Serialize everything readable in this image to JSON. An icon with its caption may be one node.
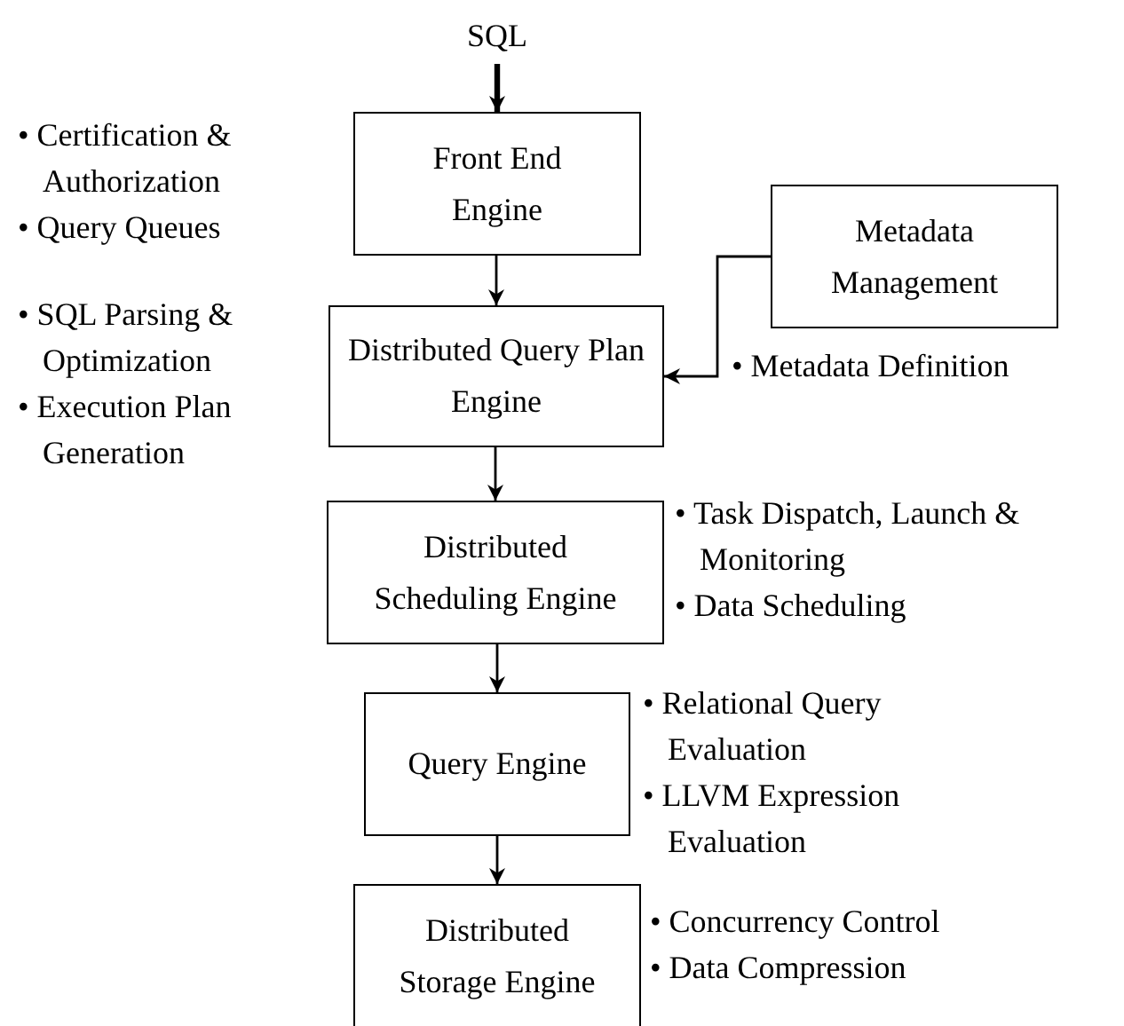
{
  "diagram": {
    "nodes": [
      {
        "text": [
          "SQL"
        ]
      },
      {
        "text": [
          "Front End Engine"
        ],
        "beside": [
          "• Certification & Authorization",
          "• Query Queues"
        ]
      },
      {
        "text": [
          "Metadata Management"
        ],
        "beside": [
          "• Metadata Definition"
        ]
      },
      {
        "text": [
          "Distributed Query Plan Engine"
        ],
        "beside": [
          "• SQL Parsing & Optimization",
          "• Execution Plan Generation"
        ]
      },
      {
        "text": [
          "Distributed Scheduling Engine"
        ],
        "beside": [
          "• Task Dispatch, Launch & Monitoring",
          "• Data Scheduling"
        ]
      },
      {
        "text": [
          "Query Engine"
        ],
        "beside": [
          "• Relational Query Evaluation",
          "• LLVM Expression Evaluation"
        ]
      },
      {
        "text": [
          "Distributed Storage Engine"
        ],
        "beside": [
          "• Concurrency Control",
          "• Data Compression"
        ]
      }
    ],
    "edges": [
      {
        "from": 0,
        "to": 1,
        "arrow": "to",
        "style": "thick"
      },
      {
        "from": 1,
        "to": 3,
        "arrow": "to"
      },
      {
        "from": 2,
        "to": 3,
        "arrow": "to"
      },
      {
        "from": 3,
        "to": 4,
        "arrow": "to"
      },
      {
        "from": 4,
        "to": 5,
        "arrow": "to"
      },
      {
        "from": 5,
        "to": 6,
        "arrow": "to"
      }
    ]
  }
}
